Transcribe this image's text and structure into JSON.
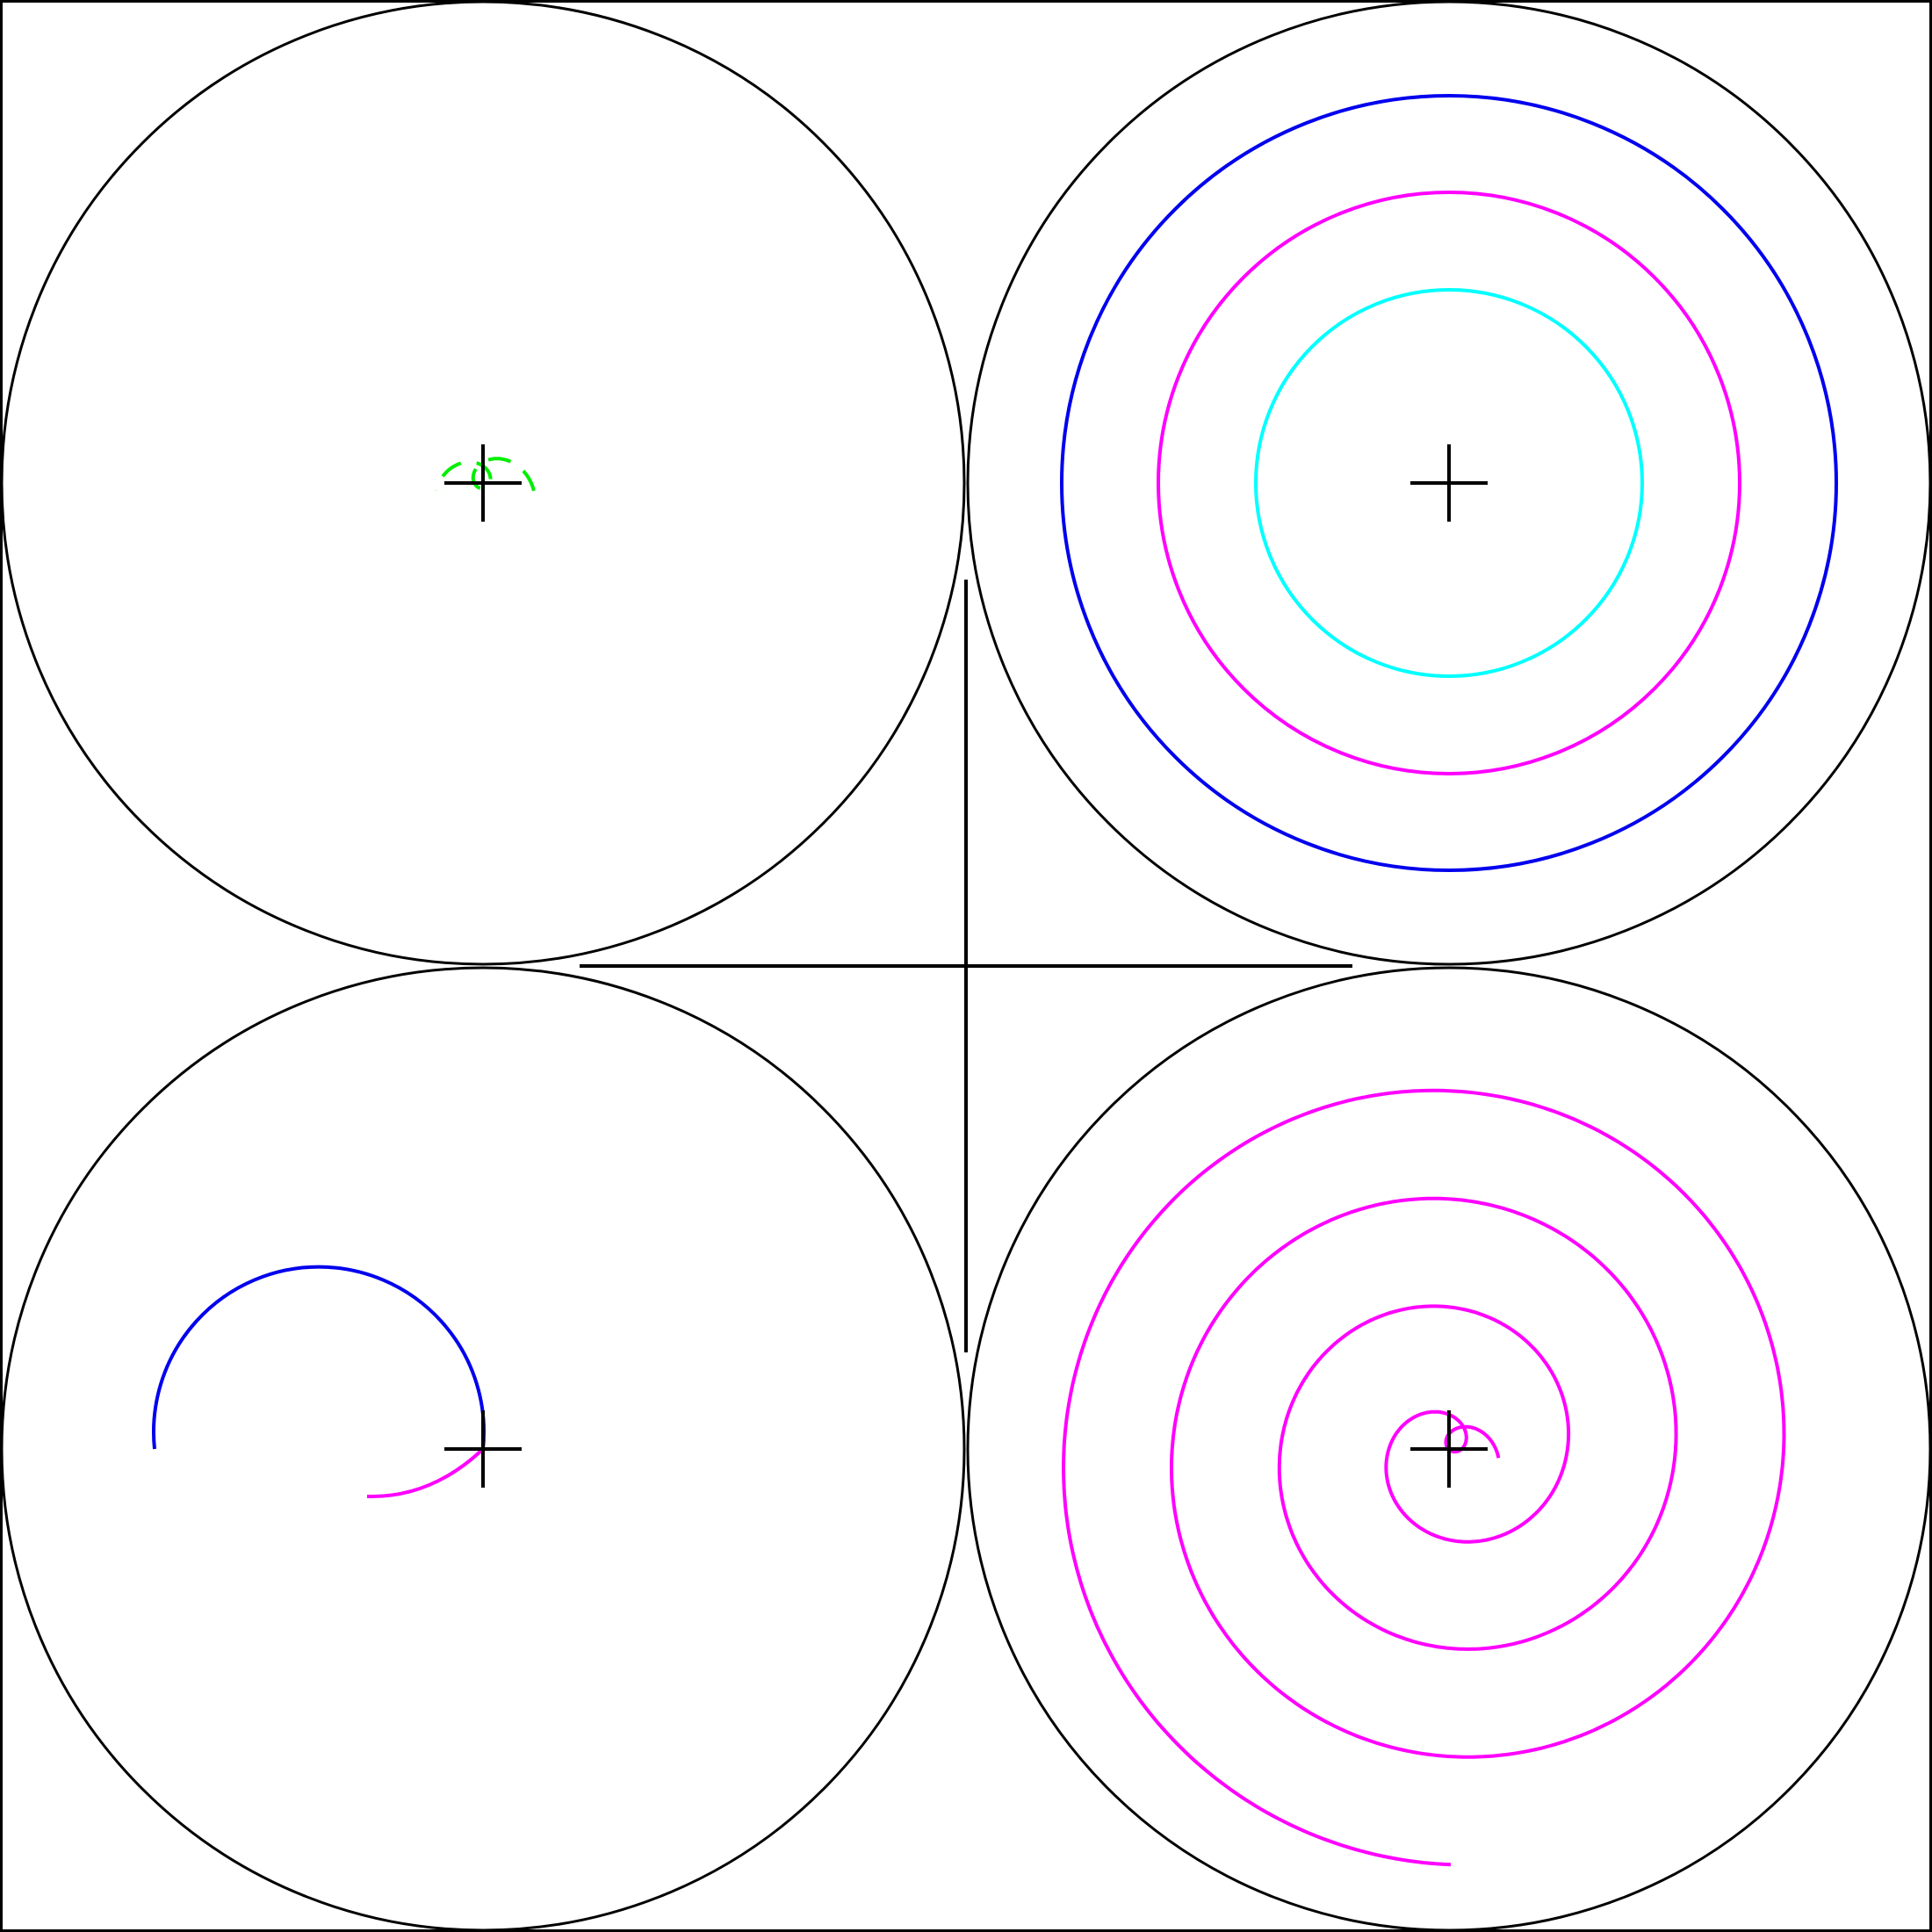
{
  "colors": {
    "background": "#ffffff",
    "frame": "#000000",
    "green": "#00ee00",
    "blue": "#0000ee",
    "magenta": "#ff00ff",
    "cyan": "#00ffff"
  },
  "panels": [
    {
      "id": "top-left",
      "curves": [
        {
          "kind": "dashed-spiral",
          "color": "green"
        }
      ]
    },
    {
      "id": "top-right",
      "curves": [
        {
          "kind": "circle",
          "color": "cyan"
        },
        {
          "kind": "circle",
          "color": "magenta"
        },
        {
          "kind": "circle",
          "color": "blue"
        }
      ]
    },
    {
      "id": "bottom-left",
      "curves": [
        {
          "kind": "arc",
          "color": "blue"
        },
        {
          "kind": "arc",
          "color": "magenta"
        }
      ]
    },
    {
      "id": "bottom-right",
      "curves": [
        {
          "kind": "spiral",
          "color": "magenta"
        }
      ]
    }
  ]
}
